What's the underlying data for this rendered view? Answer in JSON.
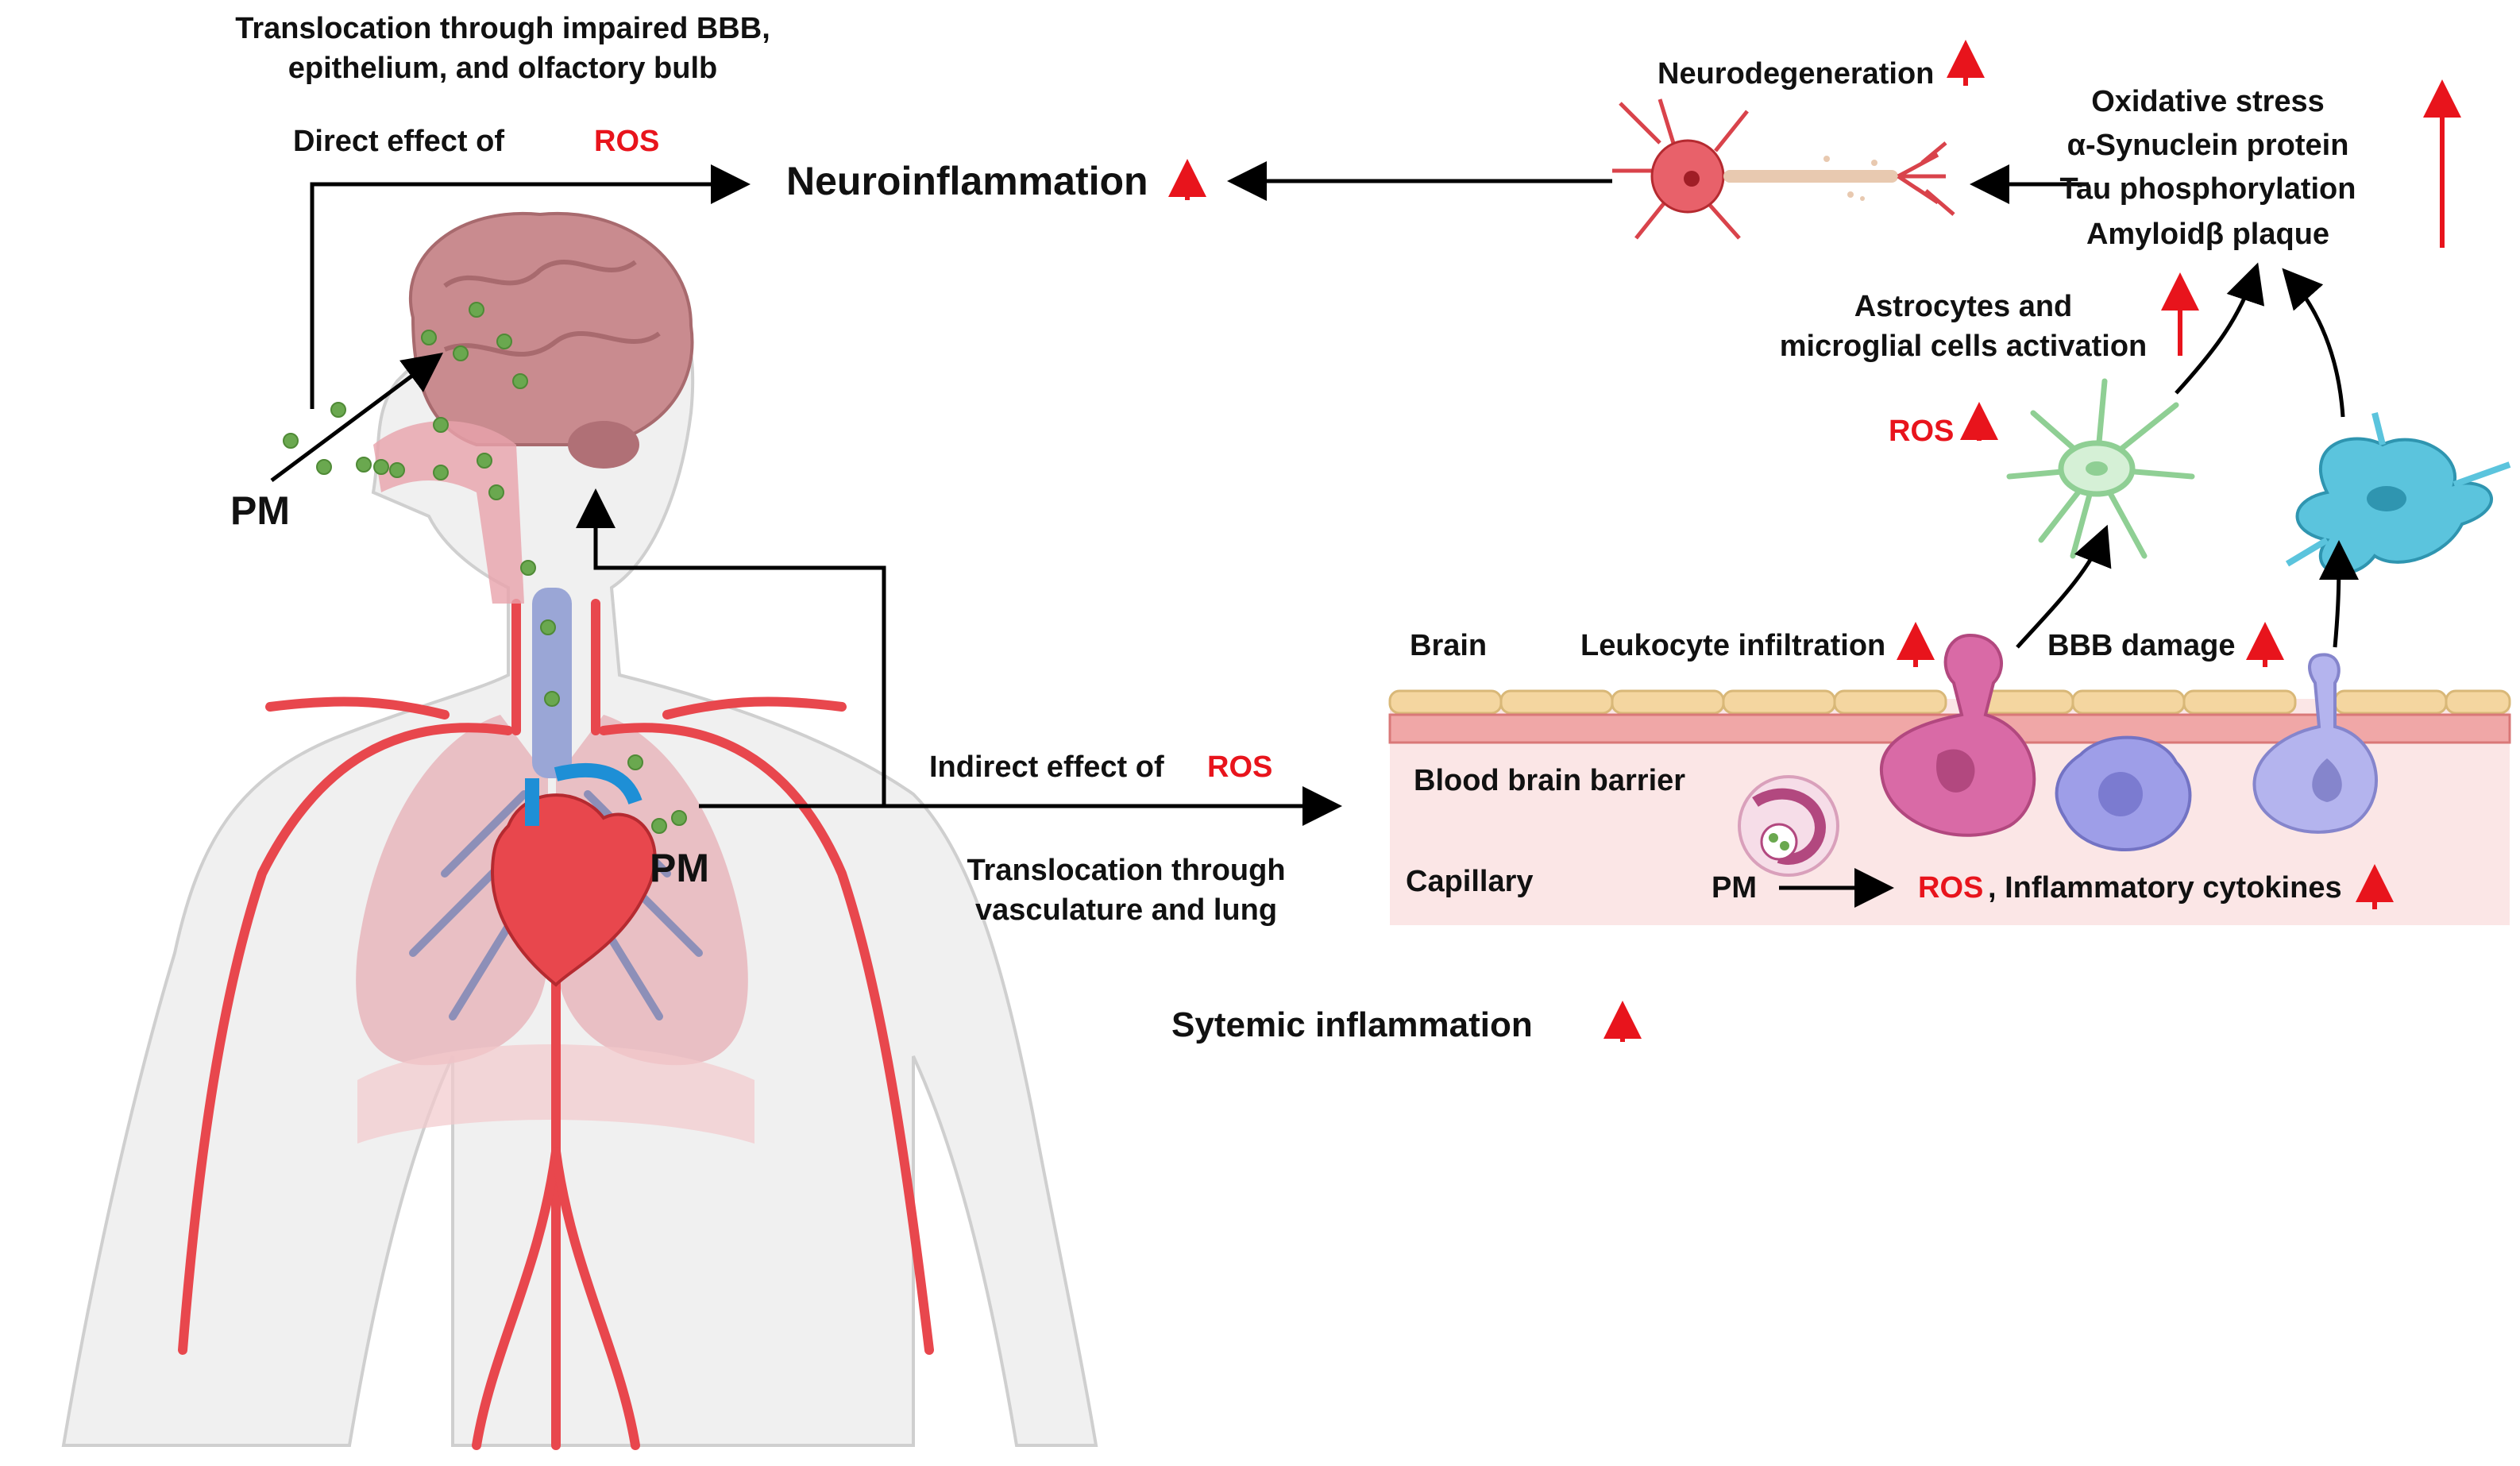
{
  "labels": {
    "translocation_bbb_line1": "Translocation through impaired BBB,",
    "translocation_bbb_line2": "epithelium, and olfactory bulb",
    "direct_effect_prefix": "Direct effect of ",
    "ros": "ROS",
    "neuroinflammation": "Neuroinflammation",
    "neurodegeneration": "Neurodegeneration",
    "oxidative_stress": "Oxidative stress",
    "alpha_synuclein": "α-Synuclein protein",
    "tau_phosphorylation": "Tau phosphorylation",
    "amyloid_plaque": "Amyloidβ plaque",
    "astrocytes_line1": "Astrocytes and",
    "astrocytes_line2": "microglial cells activation",
    "pm": "PM",
    "brain": "Brain",
    "leukocyte_infiltration": "Leukocyte infiltration",
    "bbb_damage": "BBB damage",
    "indirect_effect_prefix": "Indirect effect of ",
    "blood_brain_barrier": "Blood brain barrier",
    "translocation_vasc_line1": "Translocation through",
    "translocation_vasc_line2": "vasculature and lung",
    "capillary": "Capillary",
    "inflammatory_cytokines": ", Inflammatory cytokines",
    "systemic_inflammation": "Sytemic inflammation"
  },
  "colors": {
    "increase_arrow": "#e8141c",
    "ros_text": "#e8141c",
    "particulate_matter": "#6aa84f",
    "artery": "#e8474d",
    "lung": "#e7b3b9",
    "brain": "#c98b8f",
    "epithelium": "#f4d6a0",
    "capillary_bg": "#fbe6e6",
    "astrocyte": "#9ad6a0",
    "microglia": "#4bb5d0",
    "neuron": "#d9434b",
    "macrophage": "#9e9ee8",
    "leukocyte": "#d96aa6"
  },
  "icons": [
    "human-body-illustration",
    "brain-illustration",
    "heart-illustration",
    "lungs-illustration",
    "neuron-illustration",
    "astrocyte-illustration",
    "microglia-illustration",
    "leukocyte-illustration",
    "monocyte-illustration",
    "neutrophil-illustration",
    "pm-particle-icon"
  ]
}
